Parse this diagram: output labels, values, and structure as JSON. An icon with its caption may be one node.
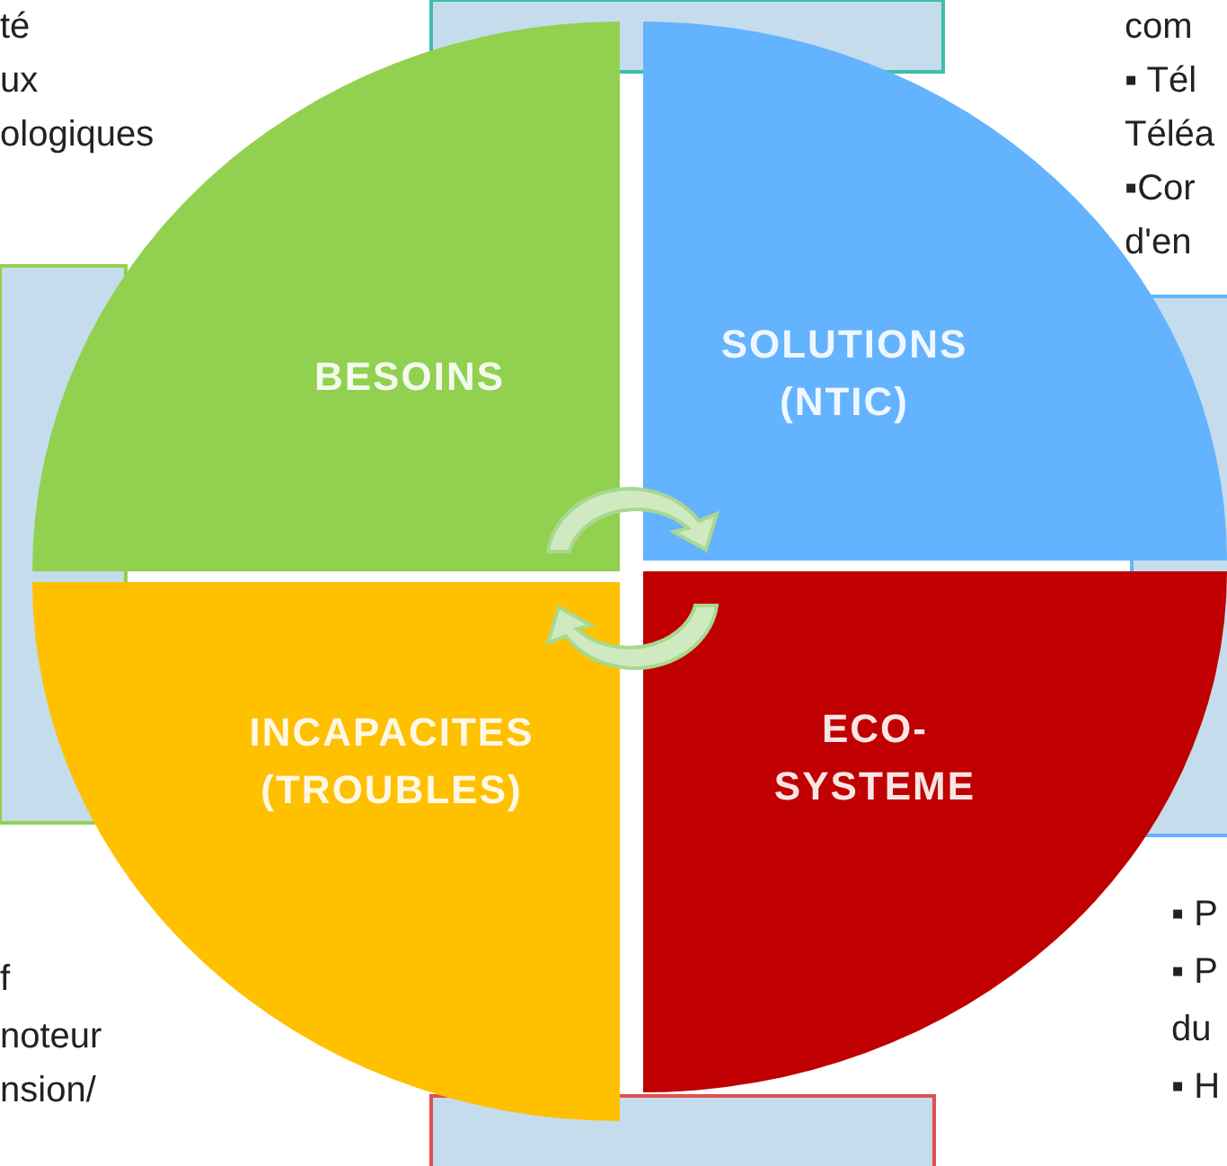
{
  "diagram": {
    "nodes": [
      {
        "text": [
          "BESOINS"
        ]
      },
      {
        "text": [
          "SOLUTIONS (NTIC)"
        ]
      },
      {
        "text": [
          "INCAPACITES (TROUBLES)"
        ]
      },
      {
        "text": [
          "ECO- SYSTEME"
        ]
      }
    ],
    "labels": [
      "té",
      "ux",
      "ologiques",
      "com",
      "▪ Tél",
      "Téléa",
      "▪Cor",
      "d'en",
      "f",
      "noteur",
      "nsion/",
      "▪ P",
      "▪ P",
      "du",
      "▪ H"
    ]
  }
}
